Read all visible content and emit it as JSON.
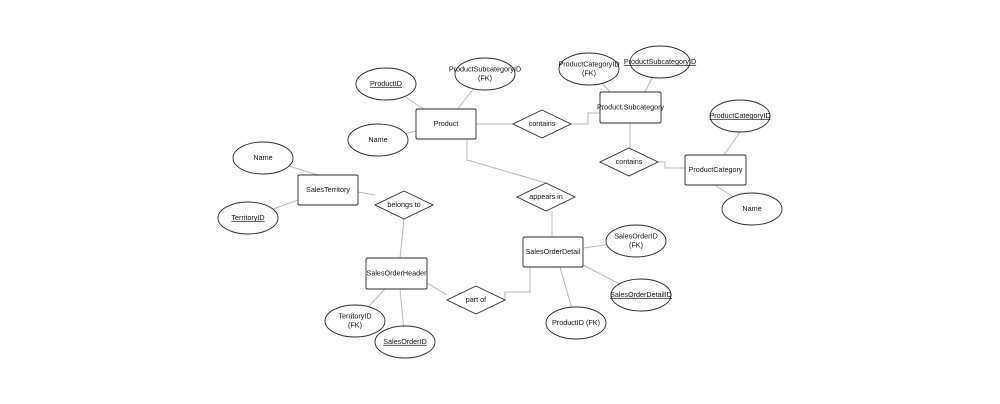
{
  "diagram": {
    "type": "entity-relationship",
    "colors": {
      "edge": "#b9b9b9",
      "stroke": "#2b2b2b",
      "text": "#111111",
      "background": "#ffffff"
    },
    "entities": {
      "product": "Product",
      "product_subcategory": "Product.Subcategory",
      "product_category": "ProductCategory",
      "sales_territory": "SalesTerritory",
      "sales_order_header": "SalesOrderHeader",
      "sales_order_detail": "SalesOrderDetail"
    },
    "relationships": {
      "product_subcategory_contains": "contains",
      "subcategory_category_contains": "contains",
      "appears_in": "appears in",
      "belongs_to": "belongs to",
      "part_of": "part of"
    },
    "attributes": {
      "product_id": {
        "lines": [
          "ProductID"
        ],
        "key": true
      },
      "product_subcategory_id_fk": {
        "lines": [
          "ProductSubcategoryID",
          "(FK)"
        ],
        "key": false
      },
      "product_name": {
        "lines": [
          "Name"
        ],
        "key": false
      },
      "product_category_id_fk": {
        "lines": [
          "ProductCategoryID",
          "(FK)"
        ],
        "key": false
      },
      "product_subcategory_id": {
        "lines": [
          "ProductSubcategoryID"
        ],
        "key": true
      },
      "product_category_id": {
        "lines": [
          "ProductCategoryID"
        ],
        "key": true
      },
      "category_name": {
        "lines": [
          "Name"
        ],
        "key": false
      },
      "territory_name": {
        "lines": [
          "Name"
        ],
        "key": false
      },
      "territory_id": {
        "lines": [
          "TerritoryID"
        ],
        "key": true
      },
      "sales_order_id_fk": {
        "lines": [
          "SalesOrderID",
          "(FK)"
        ],
        "key": false
      },
      "sales_order_detail_id": {
        "lines": [
          "SalesOrderDetailID"
        ],
        "key": true
      },
      "product_id_fk": {
        "lines": [
          "ProductID (FK)"
        ],
        "key": false
      },
      "territory_id_fk": {
        "lines": [
          "TerritoryID",
          "(FK)"
        ],
        "key": false
      },
      "sales_order_id": {
        "lines": [
          "SalesOrderID"
        ],
        "key": true
      }
    }
  }
}
